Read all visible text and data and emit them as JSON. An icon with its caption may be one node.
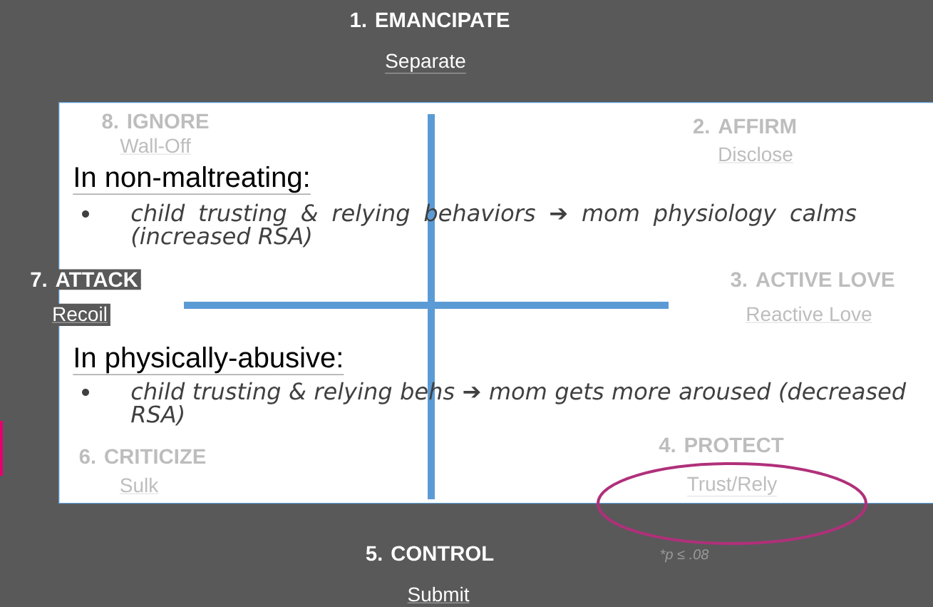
{
  "diagram": {
    "nodes": [
      {
        "text": [
          "In non-maltreating:",
          "child trusting & relying behaviors ➔ mom physiology calms (increased RSA)",
          "In physically-abusive:",
          "child trusting & relying behs ➔ mom gets more aroused (decreased RSA)"
        ]
      }
    ],
    "labels": [
      "1. EMANCIPATE",
      "Separate",
      "8. IGNORE",
      "Wall-Off",
      "2. AFFIRM",
      "Disclose",
      "7. ATTACK",
      "Recoil",
      "3. ACTIVE LOVE",
      "Reactive Love",
      "6. CRITICIZE",
      "Sulk",
      "4. PROTECT",
      "Trust/Rely",
      "5. CONTROL",
      "Submit",
      "*p ≤ .08"
    ]
  }
}
